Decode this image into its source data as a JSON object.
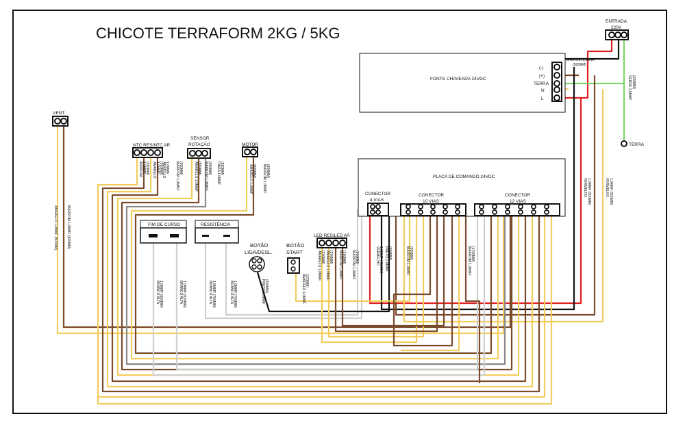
{
  "title": "CHICOTE TERRAFORM 2KG / 5KG",
  "colors": {
    "brown": "#7a4a2a",
    "yellow": "#f2cd5e",
    "red": "#e02020",
    "black": "#111111",
    "green": "#7fd36a",
    "white_wire": "#cfcfcf",
    "gray": "#8a8a8a",
    "box_stroke": "#111111"
  },
  "components": {
    "entrada": {
      "label1": "ENTRADA",
      "label2": "220V"
    },
    "fonte": {
      "label": "FONTE CHAVEADA 24VDC",
      "pins": [
        "(-)",
        "(+)",
        "TERRA",
        "N",
        "L"
      ]
    },
    "terra": {
      "label": "TERRA"
    },
    "vent": {
      "label": "VENT."
    },
    "ntc": {
      "label": "NTC RES/NTC AR"
    },
    "sensor": {
      "label1": "SENSOR",
      "label2": "ROTAÇÃO"
    },
    "motor": {
      "label": "MOTOR"
    },
    "placa": {
      "label": "PLACA DE COMANDO 24VDC"
    },
    "conector4": {
      "label1": "CONECTOR",
      "label2": "4 VIAS"
    },
    "conector10": {
      "label1": "CONECTOR",
      "label2": "10 VIAS"
    },
    "conector12": {
      "label1": "CONECTOR",
      "label2": "12 VIAS"
    },
    "fim_de_curso": {
      "label": "FIM DE CURSO"
    },
    "resistencia": {
      "label": "RESISTÊNCIA"
    },
    "botao_liga": {
      "label1": "BOTÃO",
      "label2": "LIGA/DESL."
    },
    "botao_start": {
      "label1": "BOTÃO",
      "label2": "START"
    },
    "led": {
      "label": "LED RES/LED AR"
    }
  },
  "wire_labels": {
    "marrom_fonte": [
      "MARROM 1,0MMF",
      "(500MM)"
    ],
    "verde_terra": [
      "VERDE 1,5MMF",
      "(200MM)"
    ],
    "vermelho_1": [
      "VERMELHO",
      "1,0MMF (500MM)"
    ],
    "vermelho_2": [
      "VERMELHO",
      "1,0MMF (500MM)"
    ],
    "vent_amarelo": [
      "AMARELO 1,0MMF (800MM)"
    ],
    "vent_marrom": [
      "MARROM 1,0MMF (800MM)"
    ],
    "ntc_1": [
      "MARROM",
      "1,0MMF",
      "(550MM)"
    ],
    "ntc_2": [
      "AMARELO",
      "1,0MMF",
      "(550MM)"
    ],
    "ntc_3": [
      "AMARELO",
      "1,0MMF",
      "(550MM)"
    ],
    "ntc_4": [
      "MARROM 1,0MMF",
      "(550MM)"
    ],
    "sensor_1": [
      "AMARELO 1,0MMF",
      "(550MM)"
    ],
    "sensor_2": [
      "MARROM 1,0MMF",
      "(550MM)"
    ],
    "sensor_3": [
      "CINZA 1,0MMF",
      "(550MM)"
    ],
    "motor_1": [
      "AMARELO 1,0MMF",
      "(800MM)"
    ],
    "motor_2": [
      "MARROM 1,0MMF",
      "(800MM)"
    ],
    "fim_1": [
      "BRANCO ALTA",
      "1,0MMF (650MM)"
    ],
    "fim_2": [
      "BRANCO ALTA",
      "1,0MMF (620MM)"
    ],
    "res_1": [
      "BRANCO ALTA",
      "1,5MMF (750MM)"
    ],
    "res_2": [
      "BRANCO ALTA",
      "1,5MMF (750MM)"
    ],
    "botao_liga_w": [
      "PRETO 1,0MMF",
      "(300MM)"
    ],
    "botao_start_w": [
      "AMARELO 1,0MMF",
      "(170MM)"
    ],
    "led_1": [
      "AMARELO 1,0MMF",
      "(200MM)"
    ],
    "led_2": [
      "AMARELO 1,0MMF",
      "(200MM)"
    ],
    "led_3": [
      "MARROM 1,0MMF",
      "(200MM)"
    ],
    "led_4": [
      "MARROM 1,0MMF",
      "(200MM)"
    ],
    "c4_1": [
      "PRETO 1,0MMF",
      "(450MM)"
    ],
    "c4_2": [
      "VERMELHO",
      "1,0MMF (450MM)"
    ],
    "c10_1": [
      "MARROM 1,0MMF",
      "(550MM)"
    ],
    "c12_1": [
      "MARROM 1,0MMF",
      "(1700MM)"
    ]
  }
}
